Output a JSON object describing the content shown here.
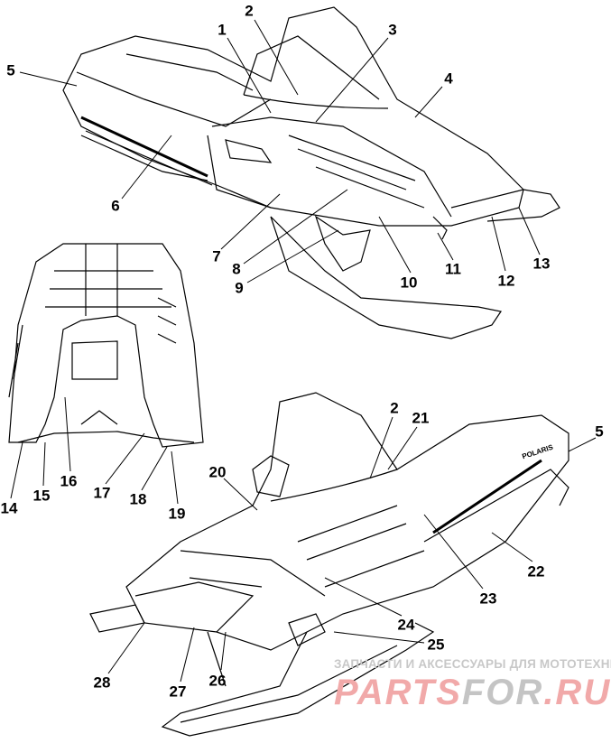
{
  "diagram": {
    "callouts": [
      "1",
      "2",
      "3",
      "4",
      "5",
      "6",
      "7",
      "8",
      "9",
      "10",
      "11",
      "12",
      "13",
      "14",
      "15",
      "16",
      "17",
      "18",
      "19",
      "20",
      "2",
      "21",
      "5",
      "22",
      "23",
      "24",
      "25",
      "26",
      "27",
      "28"
    ]
  },
  "watermark": {
    "line1": "ЗАПЧАСТИ И АКСЕССУАРЫ ДЛЯ МОТОТЕХНИКИ",
    "brand_a": "PARTS",
    "brand_b": "FOR",
    "brand_c": ".RU",
    "accent": "#f1a9a9"
  },
  "decal_text": {
    "logo": "POLARIS"
  }
}
